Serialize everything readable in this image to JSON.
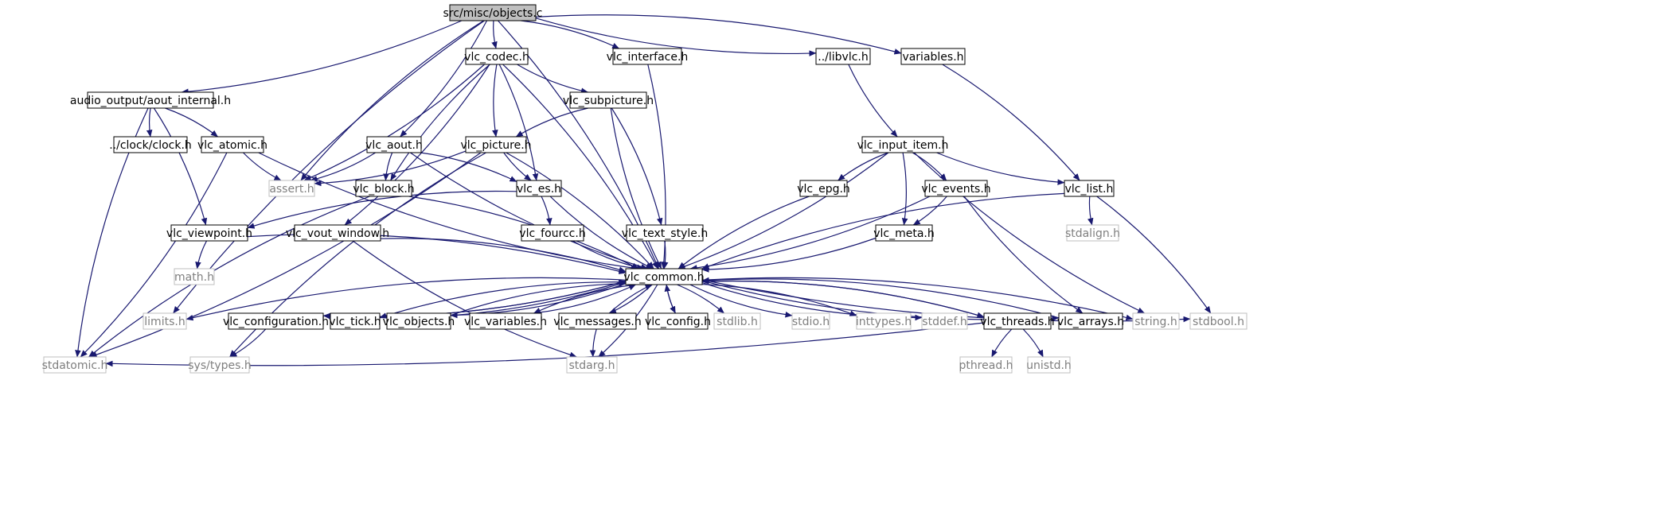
{
  "colors": {
    "edge": "#191970",
    "node_border": "#000000",
    "system_border": "#bfbfbf",
    "root_fill": "#bfbfbf",
    "node_fill": "#ffffff",
    "label": "#000000",
    "system_label": "#7f7f7f"
  },
  "graph": {
    "nodes": [
      {
        "id": "objects_c",
        "label": "src/misc/objects.c",
        "kind": "root"
      },
      {
        "id": "aout_internal",
        "label": "audio_output/aout_internal.h",
        "kind": "local"
      },
      {
        "id": "assert",
        "label": "assert.h",
        "kind": "system"
      },
      {
        "id": "vlc_aout",
        "label": "vlc_aout.h",
        "kind": "local"
      },
      {
        "id": "vlc_codec",
        "label": "vlc_codec.h",
        "kind": "local"
      },
      {
        "id": "vlc_interface",
        "label": "vlc_interface.h",
        "kind": "local"
      },
      {
        "id": "libvlc",
        "label": "../libvlc.h",
        "kind": "local"
      },
      {
        "id": "variables",
        "label": "variables.h",
        "kind": "local"
      },
      {
        "id": "clock",
        "label": "../clock/clock.h",
        "kind": "local"
      },
      {
        "id": "vlc_atomic",
        "label": "vlc_atomic.h",
        "kind": "local"
      },
      {
        "id": "vlc_subpicture",
        "label": "vlc_subpicture.h",
        "kind": "local"
      },
      {
        "id": "vlc_picture",
        "label": "vlc_picture.h",
        "kind": "local"
      },
      {
        "id": "vlc_input_item",
        "label": "vlc_input_item.h",
        "kind": "local"
      },
      {
        "id": "vlc_block",
        "label": "vlc_block.h",
        "kind": "local"
      },
      {
        "id": "vlc_es",
        "label": "vlc_es.h",
        "kind": "local"
      },
      {
        "id": "vlc_epg",
        "label": "vlc_epg.h",
        "kind": "local"
      },
      {
        "id": "vlc_events",
        "label": "vlc_events.h",
        "kind": "local"
      },
      {
        "id": "vlc_list",
        "label": "vlc_list.h",
        "kind": "local"
      },
      {
        "id": "vlc_viewpoint",
        "label": "vlc_viewpoint.h",
        "kind": "local"
      },
      {
        "id": "vlc_vout_window",
        "label": "vlc_vout_window.h",
        "kind": "local"
      },
      {
        "id": "vlc_fourcc",
        "label": "vlc_fourcc.h",
        "kind": "local"
      },
      {
        "id": "vlc_text_style",
        "label": "vlc_text_style.h",
        "kind": "local"
      },
      {
        "id": "vlc_meta",
        "label": "vlc_meta.h",
        "kind": "local"
      },
      {
        "id": "stdalign",
        "label": "stdalign.h",
        "kind": "system"
      },
      {
        "id": "math",
        "label": "math.h",
        "kind": "system"
      },
      {
        "id": "vlc_common",
        "label": "vlc_common.h",
        "kind": "local"
      },
      {
        "id": "limits",
        "label": "limits.h",
        "kind": "system"
      },
      {
        "id": "vlc_configuration",
        "label": "vlc_configuration.h",
        "kind": "local"
      },
      {
        "id": "vlc_tick",
        "label": "vlc_tick.h",
        "kind": "local"
      },
      {
        "id": "vlc_objects",
        "label": "vlc_objects.h",
        "kind": "local"
      },
      {
        "id": "vlc_variables",
        "label": "vlc_variables.h",
        "kind": "local"
      },
      {
        "id": "vlc_messages",
        "label": "vlc_messages.h",
        "kind": "local"
      },
      {
        "id": "vlc_config",
        "label": "vlc_config.h",
        "kind": "local"
      },
      {
        "id": "stdlib",
        "label": "stdlib.h",
        "kind": "system"
      },
      {
        "id": "stdio",
        "label": "stdio.h",
        "kind": "system"
      },
      {
        "id": "inttypes",
        "label": "inttypes.h",
        "kind": "system"
      },
      {
        "id": "stddef",
        "label": "stddef.h",
        "kind": "system"
      },
      {
        "id": "vlc_threads",
        "label": "vlc_threads.h",
        "kind": "local"
      },
      {
        "id": "vlc_arrays",
        "label": "vlc_arrays.h",
        "kind": "local"
      },
      {
        "id": "string",
        "label": "string.h",
        "kind": "system"
      },
      {
        "id": "stdbool",
        "label": "stdbool.h",
        "kind": "system"
      },
      {
        "id": "stdatomic",
        "label": "stdatomic.h",
        "kind": "system"
      },
      {
        "id": "sys_types",
        "label": "sys/types.h",
        "kind": "system"
      },
      {
        "id": "stdarg",
        "label": "stdarg.h",
        "kind": "system"
      },
      {
        "id": "pthread",
        "label": "pthread.h",
        "kind": "system"
      },
      {
        "id": "unistd",
        "label": "unistd.h",
        "kind": "system"
      }
    ],
    "edges": [
      [
        "objects_c",
        "aout_internal"
      ],
      [
        "objects_c",
        "assert"
      ],
      [
        "objects_c",
        "vlc_aout"
      ],
      [
        "objects_c",
        "vlc_codec"
      ],
      [
        "objects_c",
        "vlc_interface"
      ],
      [
        "objects_c",
        "libvlc"
      ],
      [
        "objects_c",
        "variables"
      ],
      [
        "objects_c",
        "limits"
      ],
      [
        "objects_c",
        "vlc_common"
      ],
      [
        "aout_internal",
        "stdatomic"
      ],
      [
        "aout_internal",
        "vlc_viewpoint"
      ],
      [
        "aout_internal",
        "clock"
      ],
      [
        "aout_internal",
        "vlc_atomic"
      ],
      [
        "vlc_atomic",
        "assert"
      ],
      [
        "vlc_atomic",
        "stdatomic"
      ],
      [
        "vlc_atomic",
        "vlc_common"
      ],
      [
        "vlc_aout",
        "assert"
      ],
      [
        "vlc_aout",
        "vlc_block"
      ],
      [
        "vlc_aout",
        "vlc_es"
      ],
      [
        "vlc_aout",
        "vlc_common"
      ],
      [
        "vlc_codec",
        "assert"
      ],
      [
        "vlc_codec",
        "vlc_block"
      ],
      [
        "vlc_codec",
        "vlc_vout_window"
      ],
      [
        "vlc_codec",
        "vlc_picture"
      ],
      [
        "vlc_codec",
        "vlc_es"
      ],
      [
        "vlc_codec",
        "vlc_subpicture"
      ],
      [
        "vlc_codec",
        "vlc_common"
      ],
      [
        "vlc_subpicture",
        "vlc_picture"
      ],
      [
        "vlc_subpicture",
        "vlc_text_style"
      ],
      [
        "vlc_subpicture",
        "vlc_common"
      ],
      [
        "vlc_picture",
        "assert"
      ],
      [
        "vlc_picture",
        "vlc_es"
      ],
      [
        "vlc_picture",
        "stdatomic"
      ],
      [
        "vlc_picture",
        "sys_types"
      ],
      [
        "vlc_picture",
        "vlc_common"
      ],
      [
        "vlc_block",
        "stdatomic"
      ],
      [
        "vlc_block",
        "vlc_common"
      ],
      [
        "vlc_es",
        "vlc_viewpoint"
      ],
      [
        "vlc_es",
        "vlc_fourcc"
      ],
      [
        "vlc_es",
        "vlc_common"
      ],
      [
        "vlc_interface",
        "vlc_common"
      ],
      [
        "libvlc",
        "vlc_input_item"
      ],
      [
        "variables",
        "vlc_list"
      ],
      [
        "vlc_input_item",
        "vlc_epg"
      ],
      [
        "vlc_input_item",
        "vlc_events"
      ],
      [
        "vlc_input_item",
        "vlc_list"
      ],
      [
        "vlc_input_item",
        "vlc_meta"
      ],
      [
        "vlc_input_item",
        "string"
      ],
      [
        "vlc_input_item",
        "vlc_common"
      ],
      [
        "vlc_epg",
        "vlc_common"
      ],
      [
        "vlc_events",
        "vlc_meta"
      ],
      [
        "vlc_events",
        "vlc_arrays"
      ],
      [
        "vlc_events",
        "vlc_common"
      ],
      [
        "vlc_list",
        "stdalign"
      ],
      [
        "vlc_list",
        "stdbool"
      ],
      [
        "vlc_list",
        "vlc_common"
      ],
      [
        "vlc_meta",
        "vlc_common"
      ],
      [
        "vlc_viewpoint",
        "math"
      ],
      [
        "vlc_viewpoint",
        "vlc_common"
      ],
      [
        "vlc_vout_window",
        "stdarg"
      ],
      [
        "vlc_vout_window",
        "vlc_common"
      ],
      [
        "vlc_fourcc",
        "vlc_common"
      ],
      [
        "vlc_text_style",
        "vlc_common"
      ],
      [
        "vlc_common",
        "limits"
      ],
      [
        "vlc_common",
        "vlc_configuration"
      ],
      [
        "vlc_common",
        "vlc_tick"
      ],
      [
        "vlc_common",
        "vlc_objects"
      ],
      [
        "vlc_common",
        "vlc_variables"
      ],
      [
        "vlc_common",
        "vlc_messages"
      ],
      [
        "vlc_common",
        "vlc_config"
      ],
      [
        "vlc_common",
        "stdlib"
      ],
      [
        "vlc_common",
        "stdio"
      ],
      [
        "vlc_common",
        "inttypes"
      ],
      [
        "vlc_common",
        "stddef"
      ],
      [
        "vlc_common",
        "vlc_threads"
      ],
      [
        "vlc_common",
        "vlc_arrays"
      ],
      [
        "vlc_common",
        "string"
      ],
      [
        "vlc_common",
        "stdbool"
      ],
      [
        "vlc_common",
        "stdarg"
      ],
      [
        "vlc_configuration",
        "vlc_common"
      ],
      [
        "vlc_configuration",
        "sys_types"
      ],
      [
        "vlc_tick",
        "vlc_common"
      ],
      [
        "vlc_objects",
        "vlc_common"
      ],
      [
        "vlc_variables",
        "vlc_common"
      ],
      [
        "vlc_messages",
        "vlc_common"
      ],
      [
        "vlc_messages",
        "stdarg"
      ],
      [
        "vlc_config",
        "vlc_common"
      ],
      [
        "vlc_threads",
        "vlc_common"
      ],
      [
        "vlc_threads",
        "stdatomic"
      ],
      [
        "vlc_threads",
        "pthread"
      ],
      [
        "vlc_threads",
        "unistd"
      ],
      [
        "vlc_arrays",
        "vlc_common"
      ]
    ]
  }
}
